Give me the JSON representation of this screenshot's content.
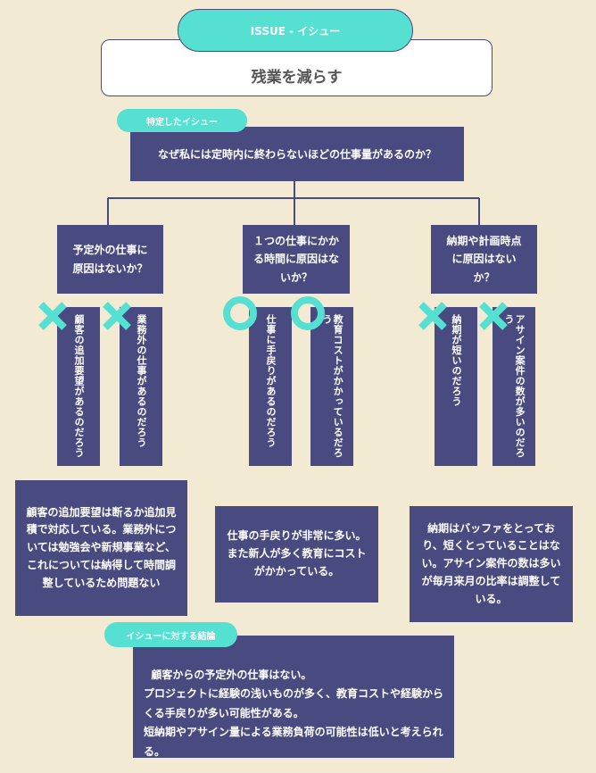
{
  "header": {
    "issue_label": "ISSUE - イシュー",
    "issue_title": "残業を減らす"
  },
  "specified": {
    "label": "特定したイシュー",
    "question": "なぜ私には定時内に終わらないほどの仕事量があるのか？"
  },
  "branches": [
    {
      "title": "予定外の仕事に原因はないか？",
      "hypotheses": [
        {
          "text": "顧客の追加要望があるのだろう",
          "mark": "cross"
        },
        {
          "text": "業務外の仕事があるのだろう",
          "mark": "cross"
        }
      ],
      "finding": "顧客の追加要望は断るか追加見積で対応している。業務外については勉強会や新規事業など、これについては納得して時間調整しているため問題ない"
    },
    {
      "title": "１つの仕事にかかる時間に原因はないか？",
      "hypotheses": [
        {
          "text": "仕事に手戻りがあるのだろう",
          "mark": "circle"
        },
        {
          "text": "教育コストがかかっているだろう",
          "mark": "circle"
        }
      ],
      "finding": "仕事の手戻りが非常に多い。また新人が多く教育にコストがかかっている。"
    },
    {
      "title": "納期や計画時点に原因はないか？",
      "hypotheses": [
        {
          "text": "納期が短いのだろう",
          "mark": "cross"
        },
        {
          "text": "アサイン案件の数が多いのだろう",
          "mark": "cross"
        }
      ],
      "finding": "納期はバッファをとっており、短くとっていることはない。アサイン案件の数は多いが毎月来月の比率は調整している。"
    }
  ],
  "conclusion": {
    "label": "イシューに対する結論",
    "text": "顧客からの予定外の仕事はない。\nプロジェクトに経験の浅いものが多く、教育コストや経験からくる手戻りが多い可能性がある。\n短納期やアサイン量による業務負荷の可能性は低いと考えられる。"
  },
  "colors": {
    "background": "#f3ead3",
    "box": "#494b80",
    "accent": "#55e0d2"
  }
}
